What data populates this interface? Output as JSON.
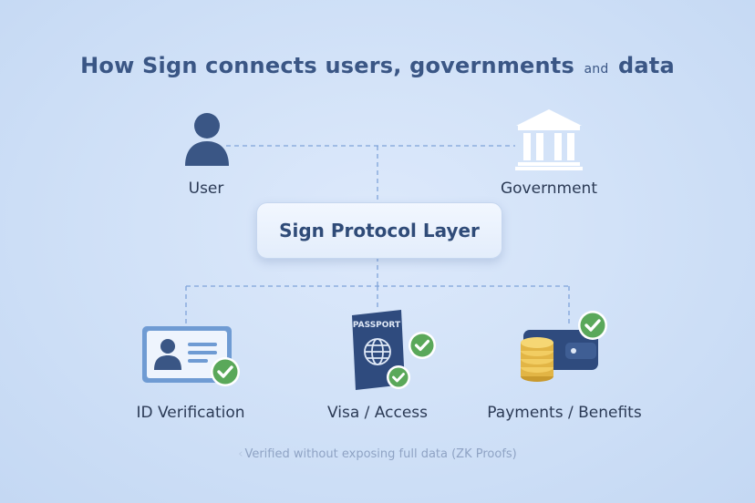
{
  "title": {
    "main": "How Sign connects users, governments",
    "connector": "and",
    "tail": "data"
  },
  "nodes": {
    "user": {
      "label": "User",
      "icon": "user-icon"
    },
    "government": {
      "label": "Government",
      "icon": "government-building-icon"
    },
    "protocol": {
      "label": "Sign Protocol Layer"
    },
    "id_verification": {
      "label": "ID Verification",
      "icon": "id-card-icon"
    },
    "visa_access": {
      "label": "Visa / Access",
      "icon": "passport-icon",
      "icon_text": "PASSPORT"
    },
    "payments_benefits": {
      "label": "Payments / Benefits",
      "icon": "wallet-coins-icon"
    }
  },
  "footer": {
    "text": "Verified without exposing full data (ZK Proofs)"
  },
  "colors": {
    "background": "#cfe0f7",
    "icon_blue": "#3a5685",
    "check_green": "#5aa85a",
    "connector": "#7fa3d9",
    "coin_gold": "#e2b545"
  }
}
